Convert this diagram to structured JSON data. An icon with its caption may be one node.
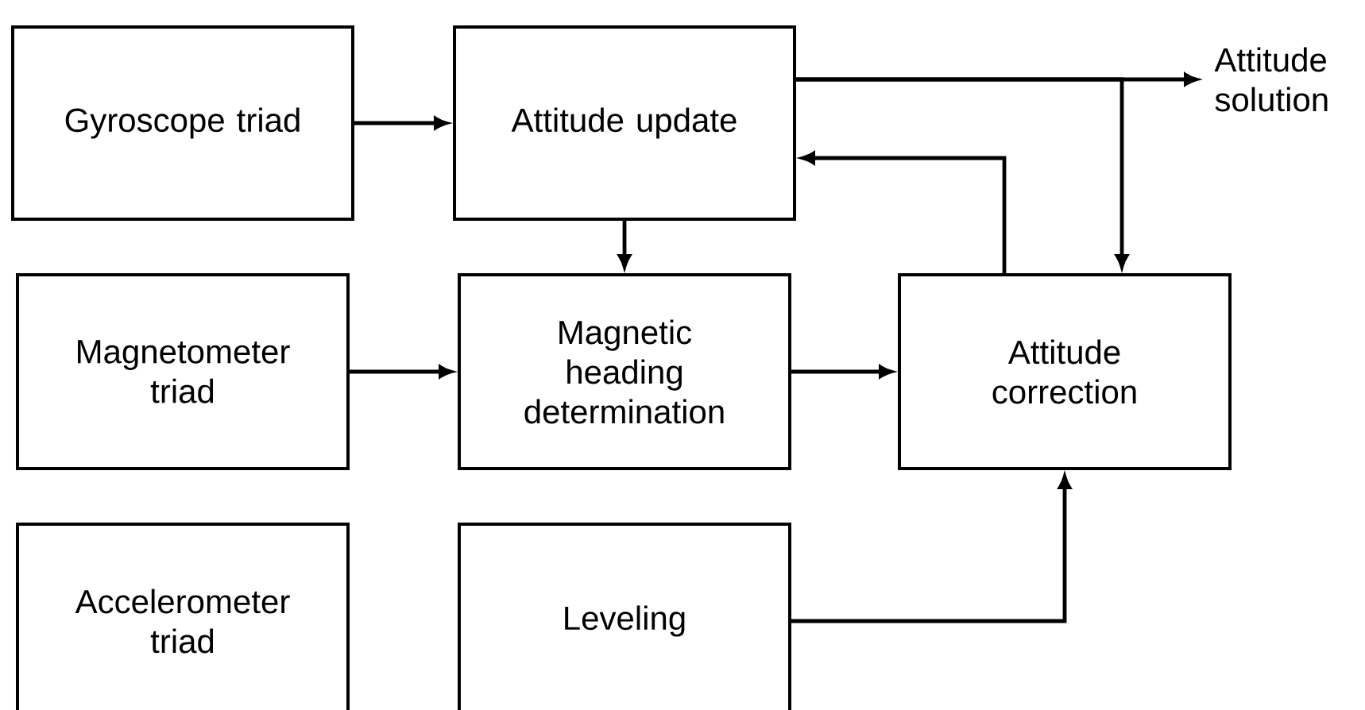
{
  "diagram": {
    "nodes": [
      {
        "text": [
          "Gyroscope triad"
        ]
      },
      {
        "text": [
          "Attitude update"
        ]
      },
      {
        "text": [
          "Magnetometer triad"
        ]
      },
      {
        "text": [
          "Magnetic heading determination"
        ]
      },
      {
        "text": [
          "Attitude correction"
        ]
      },
      {
        "text": [
          "Accelerometer triad"
        ]
      },
      {
        "text": [
          "Leveling"
        ]
      },
      {
        "text": [
          "Attitude solution"
        ]
      }
    ],
    "edges": [
      {
        "from": 0,
        "to": 1,
        "arrow": "to"
      },
      {
        "from": 1,
        "to": 3,
        "arrow": "to"
      },
      {
        "from": 2,
        "to": 3,
        "arrow": "to"
      },
      {
        "from": 3,
        "to": 4,
        "arrow": "to"
      },
      {
        "from": 6,
        "to": 4,
        "arrow": "to"
      },
      {
        "from": 4,
        "to": 1,
        "arrow": "to"
      },
      {
        "from": 1,
        "to": 7,
        "arrow": "to"
      },
      {
        "from": 1,
        "to": 4,
        "arrow": "to"
      }
    ]
  }
}
